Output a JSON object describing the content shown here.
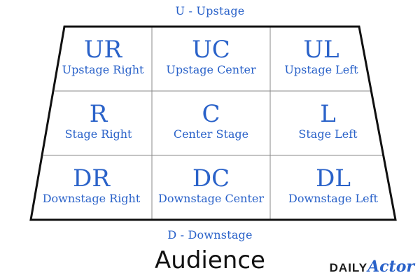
{
  "labels": {
    "top": "U - Upstage",
    "bottom": "D - Downstage",
    "audience": "Audience"
  },
  "brand": {
    "part1": "DAILY",
    "part2": "Actor"
  },
  "grid": [
    {
      "abbr": "UR",
      "name": "Upstage Right"
    },
    {
      "abbr": "UC",
      "name": "Upstage Center"
    },
    {
      "abbr": "UL",
      "name": "Upstage Left"
    },
    {
      "abbr": "R",
      "name": "Stage Right"
    },
    {
      "abbr": "C",
      "name": "Center Stage"
    },
    {
      "abbr": "L",
      "name": "Stage Left"
    },
    {
      "abbr": "DR",
      "name": "Downstage Right"
    },
    {
      "abbr": "DC",
      "name": "Downstage Center"
    },
    {
      "abbr": "DL",
      "name": "Downstage Left"
    }
  ],
  "colors": {
    "accent": "#2A62C9",
    "outline": "#111111",
    "grid_lines": "#888888"
  }
}
